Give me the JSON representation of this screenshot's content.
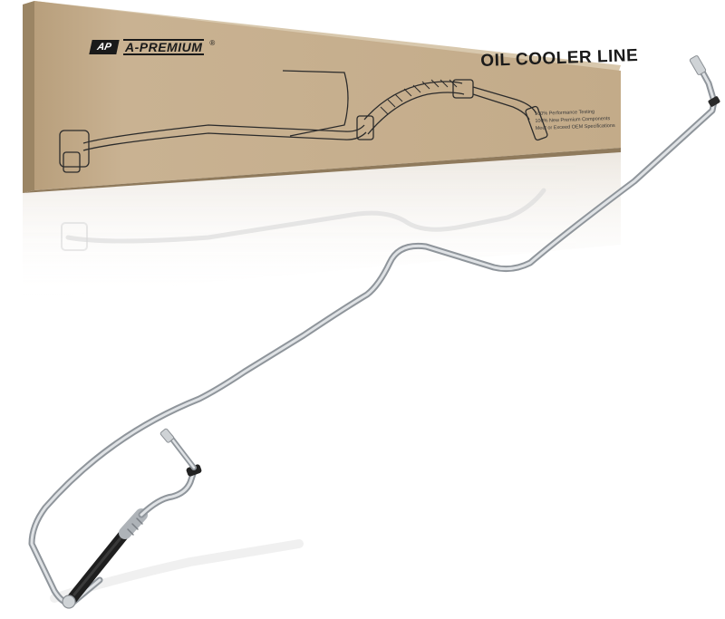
{
  "product_photo": {
    "brand": {
      "logo_mark": "AP",
      "name": "A-PREMIUM",
      "registered_mark": "®"
    },
    "box": {
      "title": "OIL COOLER LINE",
      "features": [
        "100% Performance Testing",
        "100% New Premium Components",
        "Meet or Exceed OEM Specifications"
      ]
    },
    "colors": {
      "box_kraft": "#c5ae8e",
      "box_shadow_side": "#8f7a5c",
      "print_ink": "#1a1a1a",
      "tube_silver": "#bfc3c7",
      "hose_black": "#222222"
    },
    "icons": [
      "ap-logo-icon"
    ]
  }
}
